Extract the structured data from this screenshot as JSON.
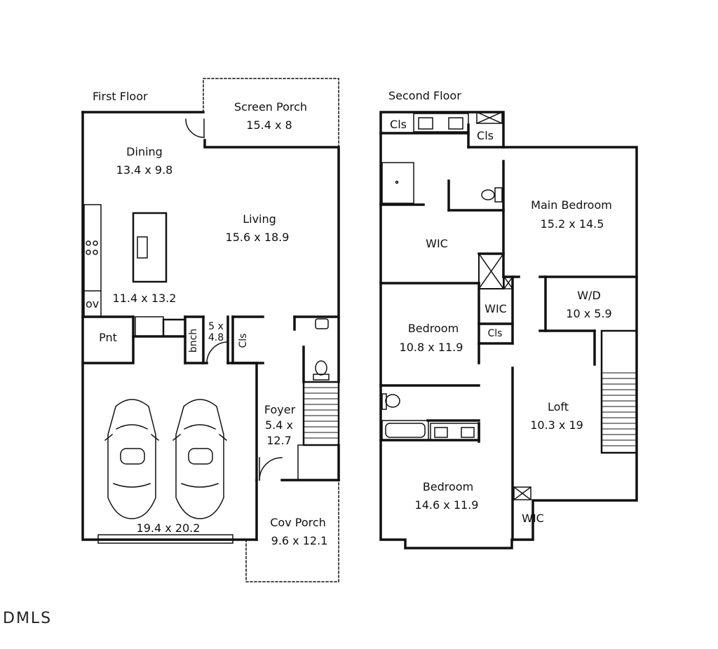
{
  "floors": {
    "first": "First Floor",
    "second": "Second Floor"
  },
  "rooms": {
    "screen_porch": {
      "name": "Screen Porch",
      "dims": "15.4 x 8"
    },
    "dining": {
      "name": "Dining",
      "dims": "13.4 x 9.8"
    },
    "living": {
      "name": "Living",
      "dims": "15.6 x 18.9"
    },
    "kitchen": {
      "dims": "11.4 x 13.2"
    },
    "oven": "ov",
    "pantry": "Pnt",
    "bench": "bnch",
    "mud": {
      "dims_a": "5 x",
      "dims_b": "4.8"
    },
    "closet_first": "Cls",
    "foyer": {
      "name": "Foyer",
      "dims_a": "5.4 x",
      "dims_b": "12.7"
    },
    "garage": {
      "dims": "19.4 x 20.2"
    },
    "cov_porch": {
      "name": "Cov Porch",
      "dims": "9.6 x 12.1"
    },
    "closet_top_left": "Cls",
    "closet_top_right": "Cls",
    "main_bedroom": {
      "name": "Main Bedroom",
      "dims": "15.2 x 14.5"
    },
    "wic_main": "WIC",
    "wic_small": "WIC",
    "closet_small": "Cls",
    "wd": {
      "name": "W/D",
      "dims": "10 x 5.9"
    },
    "bedroom_2": {
      "name": "Bedroom",
      "dims": "10.8 x 11.9"
    },
    "loft": {
      "name": "Loft",
      "dims": "10.3 x 19"
    },
    "bedroom_3": {
      "name": "Bedroom",
      "dims": "14.6 x 11.9"
    },
    "wic_bottom": "WIC"
  },
  "watermark": "DMLS"
}
